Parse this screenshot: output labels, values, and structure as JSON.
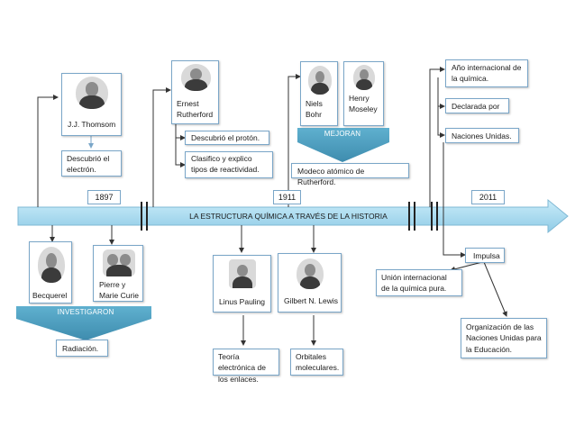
{
  "timeline": {
    "title": "LA ESTRUCTURA QUÍMICA A TRAVÉS DE LA HISTORIA",
    "years": [
      "1897",
      "1911",
      "2011"
    ],
    "color": "#9fd6ee"
  },
  "upper": {
    "thomson": {
      "name": "J.J. Thomsom",
      "fact": "Descubrió el electrón."
    },
    "rutherford": {
      "name": "Ernest Rutherford",
      "fact1": "Descubrió el protón.",
      "fact2": "Clasifico y explico tipos de reactividad."
    },
    "bohr": {
      "name": "Niels Bohr"
    },
    "moseley": {
      "name": "Henry Moseley"
    },
    "mejoran": {
      "label": "MEJORAN",
      "result": "Modeco atómico de Rutherford."
    },
    "iupac": {
      "event": "Año internacional de la química.",
      "declared": "Declarada por",
      "by": "Naciones Unidas."
    }
  },
  "lower": {
    "becquerel": {
      "name": "Becquerel"
    },
    "curie": {
      "name": "Pierre y Marie Curie"
    },
    "investigaron": {
      "label": "INVESTIGARON",
      "result": "Radiación."
    },
    "pauling": {
      "name": "Linus Pauling",
      "fact": "Teoría electrónica de los enlaces."
    },
    "lewis": {
      "name": "Gilbert N. Lewis",
      "fact": "Orbitales moleculares."
    },
    "impulsa": {
      "label": "Impulsa",
      "left": "Unión internacional de la química pura.",
      "right": "Organización de las Naciones Unidas para la Educación."
    }
  },
  "colors": {
    "banner": "#4f9fbf",
    "border": "#7aa6c8",
    "line": "#333333"
  }
}
